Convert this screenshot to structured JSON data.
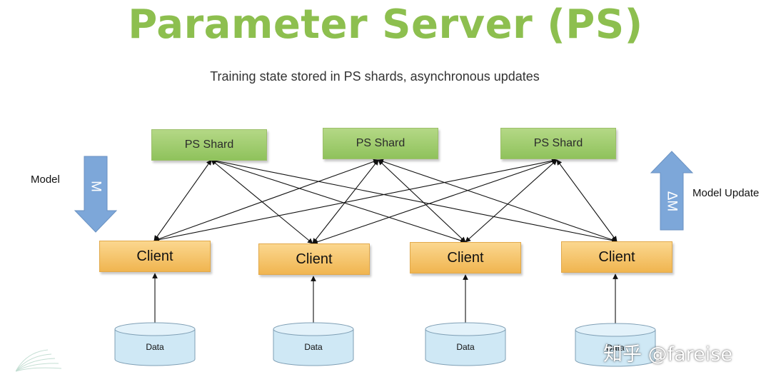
{
  "title": "Parameter Server (PS)",
  "subtitle": "Training state stored in PS shards, asynchronous updates",
  "colors": {
    "title": "#8dbf4f",
    "shard_fill": "#a2cd70",
    "client_fill": "#f6c56b",
    "data_fill": "#cfe8f5",
    "arrow_fill": "#7da7d9",
    "edge": "#111111"
  },
  "ps_shards": [
    {
      "label": "PS Shard"
    },
    {
      "label": "PS Shard"
    },
    {
      "label": "PS Shard"
    }
  ],
  "clients": [
    {
      "label": "Client"
    },
    {
      "label": "Client"
    },
    {
      "label": "Client"
    },
    {
      "label": "Client"
    }
  ],
  "data_stores": [
    {
      "label": "Data"
    },
    {
      "label": "Data"
    },
    {
      "label": "Data"
    },
    {
      "label": "Data"
    }
  ],
  "model_arrow": {
    "side_label": "Model",
    "glyph": "M",
    "direction": "down"
  },
  "update_arrow": {
    "side_label": "Model Update",
    "glyph": "ΔM",
    "direction": "up"
  },
  "watermark": "知乎 @fareise"
}
